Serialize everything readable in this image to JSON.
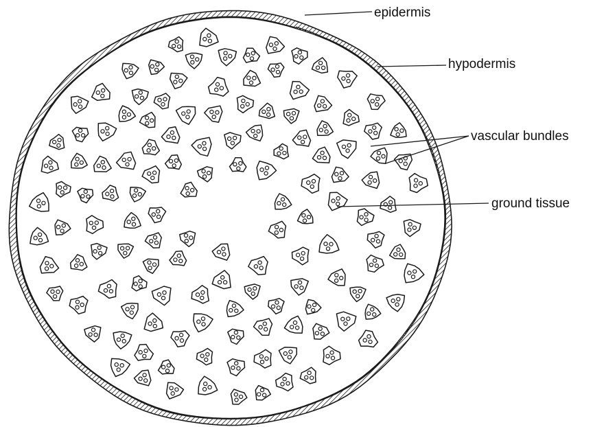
{
  "labels": {
    "epidermis": "epidermis",
    "hypodermis": "hypodermis",
    "vascular_bundles": "vascular bundles",
    "ground_tissue": "ground tissue"
  },
  "colors": {
    "ink": "#1a1a1a",
    "paper": "#ffffff"
  }
}
